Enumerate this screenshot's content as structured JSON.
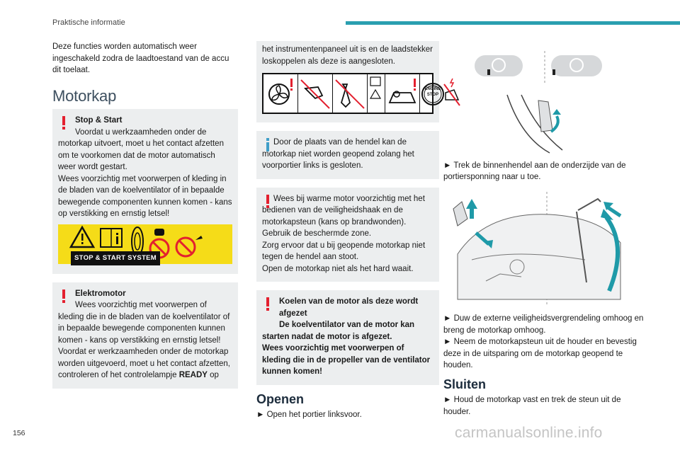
{
  "header": {
    "title": "Praktische informatie",
    "accent_color": "#2a9fb0"
  },
  "page_number": "156",
  "watermark": "carmanualsonline.info",
  "col1": {
    "intro": "Deze functies worden automatisch weer ingeschakeld zodra de laadtoestand van de accu dit toelaat.",
    "heading": "Motorkap",
    "warn1": {
      "title": "Stop & Start",
      "text1": "Voordat u werkzaamheden onder de motorkap uitvoert, moet u het contact afzetten om te voorkomen dat de motor automatisch weer wordt gestart.",
      "text2": "Wees voorzichtig met voorwerpen of kleding in de bladen van de koelventilator of in bepaalde bewegende componenten kunnen komen - kans op verstikking en ernstig letsel!",
      "label_badge": "STOP & START SYSTEM"
    },
    "warn2": {
      "title": "Elektromotor",
      "text1": "Wees voorzichtig met voorwerpen of kleding die in de bladen van de koelventilator of in bepaalde bewegende componenten kunnen komen - kans op verstikking en ernstig letsel!",
      "text2_pre": "Voordat er werkzaamheden onder de motorkap worden uitgevoerd, moet u het contact afzetten, controleren of het controlelampje ",
      "text2_bold": "READY",
      "text2_post": " op"
    }
  },
  "col2": {
    "cont_text": "het instrumentenpaneel uit is en de laadstekker loskoppelen als deze is aangesloten.",
    "engine_stop_label": "ENGINE STOP",
    "info1": "Door de plaats van de hendel kan de motorkap niet worden geopend zolang het voorportier links is gesloten.",
    "warn3": {
      "l1": "Wees bij warme motor voorzichtig met het bedienen van de veiligheidshaak en de motorkapsteun (kans op brandwonden). Gebruik de beschermde zone.",
      "l2": "Zorg ervoor dat u bij geopende motorkap niet tegen de hendel aan stoot.",
      "l3": "Open de motorkap niet als het hard waait."
    },
    "warn4": {
      "l1": "Koelen van de motor als deze wordt afgezet",
      "l2": "De koelventilator van de motor kan starten nadat de motor is afgezet.",
      "l3": "Wees voorzichtig met voorwerpen of kleding die in de propeller van de ventilator kunnen komen!"
    },
    "heading_open": "Openen",
    "step1": "► Open het portier linksvoor."
  },
  "col3": {
    "step2": "► Trek de binnenhendel aan de onderzijde van de portiersponning naar u toe.",
    "step3": "► Duw de externe veiligheidsvergrendeling omhoog en breng de motorkap omhoog.",
    "step4": "► Neem de motorkapsteun uit de houder en bevestig deze in de uitsparing om de motorkap geopend te houden.",
    "heading_close": "Sluiten",
    "step5": "► Houd de motorkap vast en trek de steun uit de houder."
  },
  "colors": {
    "warning": "#e3202f",
    "info": "#3f9ec8",
    "box_bg": "#eceeef",
    "banner_yellow": "#f5dc18",
    "arrow_teal": "#1f9aa8"
  }
}
